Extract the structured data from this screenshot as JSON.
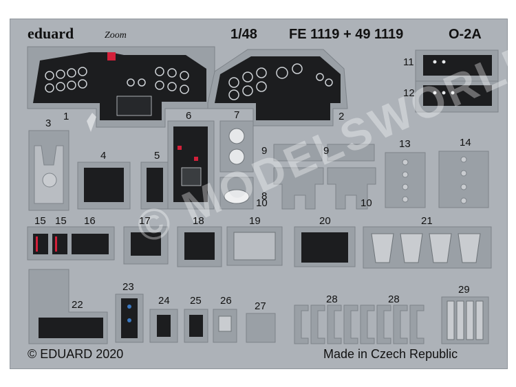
{
  "header": {
    "brand": "eduard",
    "brand_sub": "Zoom",
    "scale": "1/48",
    "codes": "FE 1119 + 49 1119",
    "model": "O-2A"
  },
  "footer": {
    "copyright": "© EDUARD 2020",
    "made_in": "Made in Czech Republic"
  },
  "watermark": "© MODELSWORLD",
  "part_numbers": [
    "1",
    "2",
    "3",
    "4",
    "5",
    "6",
    "7",
    "8",
    "9",
    "9",
    "10",
    "10",
    "11",
    "12",
    "13",
    "14",
    "15",
    "15",
    "16",
    "17",
    "18",
    "19",
    "20",
    "21",
    "22",
    "23",
    "24",
    "25",
    "26",
    "27",
    "28",
    "28",
    "29"
  ],
  "colors": {
    "fret": "#adb2b8",
    "part": "#9aa0a6",
    "panel": "#1c1d1f",
    "accent_red": "#d3203a"
  }
}
